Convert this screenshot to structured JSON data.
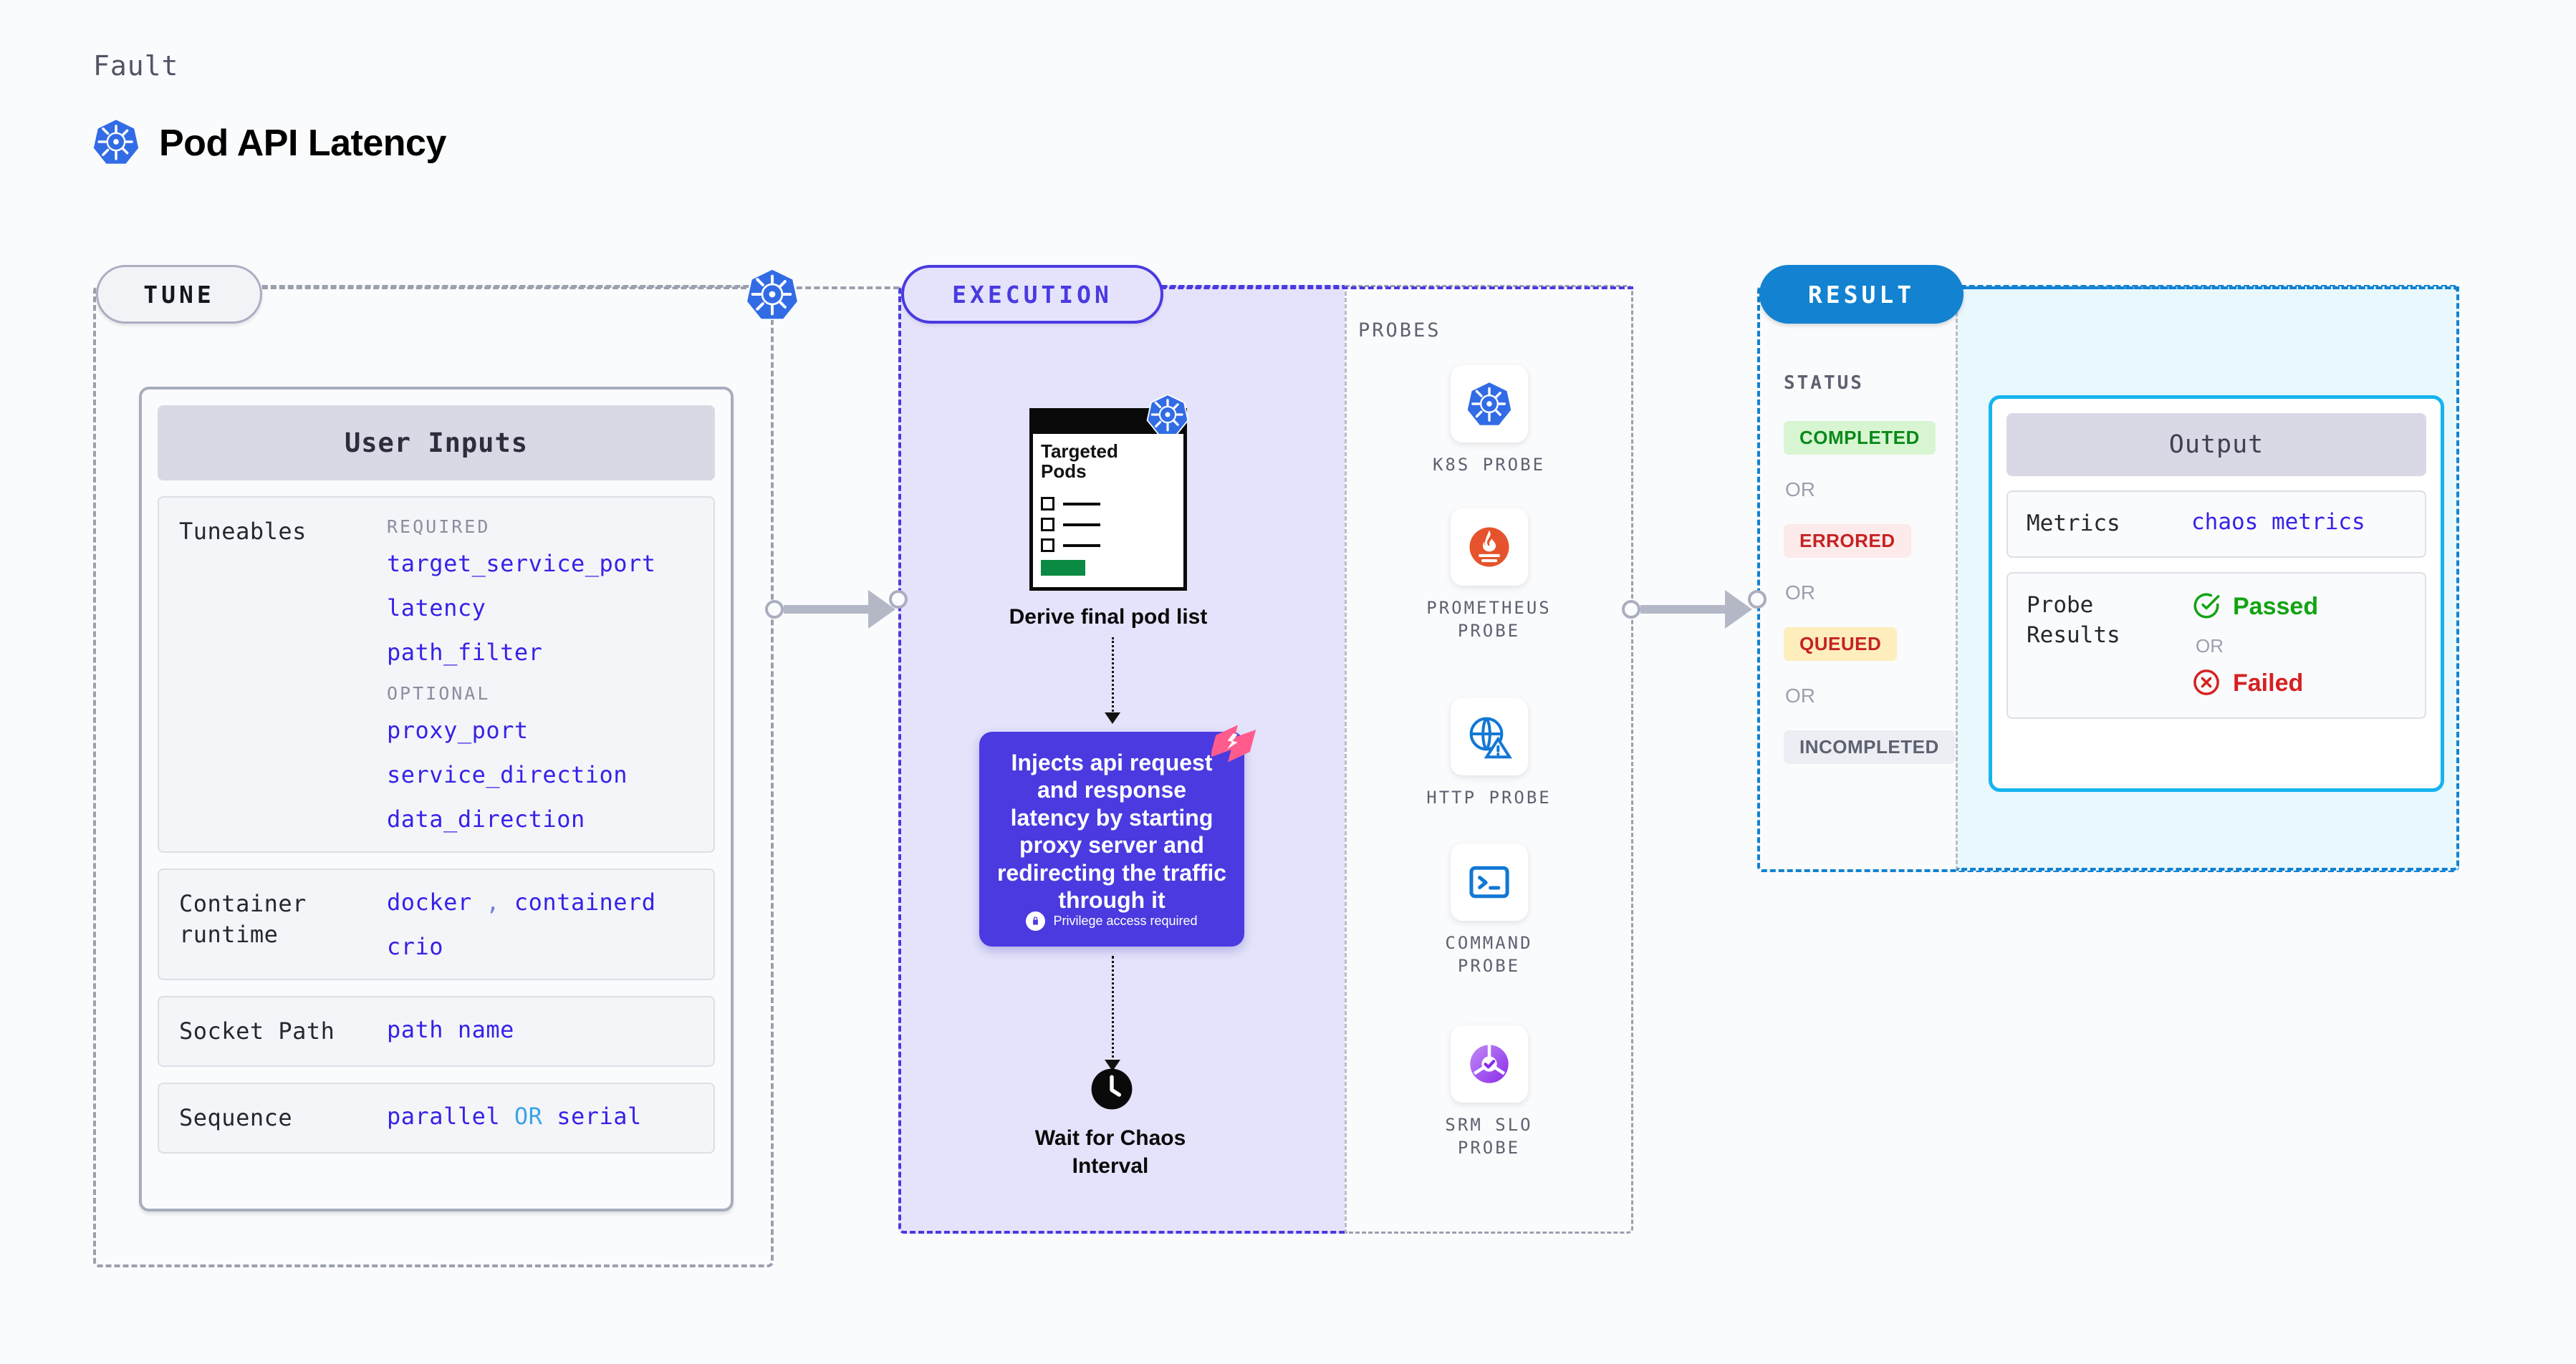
{
  "header": {
    "eyebrow": "Fault",
    "title": "Pod API Latency",
    "icon": "kubernetes-icon"
  },
  "sections": {
    "tune": {
      "label": "TUNE"
    },
    "execution": {
      "label": "EXECUTION"
    },
    "result": {
      "label": "RESULT"
    }
  },
  "tune": {
    "card_title": "User Inputs",
    "groups": [
      {
        "label": "Tuneables",
        "required_tag": "REQUIRED",
        "required": [
          "target_service_port",
          "latency",
          "path_filter"
        ],
        "optional_tag": "OPTIONAL",
        "optional": [
          "proxy_port",
          "service_direction",
          "data_direction"
        ]
      },
      {
        "label": "Container runtime",
        "values_line1": "docker",
        "separator": ",",
        "values_line1b": "containerd",
        "values_line2": "crio"
      },
      {
        "label": "Socket Path",
        "value": "path name"
      },
      {
        "label": "Sequence",
        "value_a": "parallel",
        "or": "OR",
        "value_b": "serial"
      }
    ]
  },
  "execution": {
    "pod_doc": {
      "title": "Targeted Pods",
      "icon": "kubernetes-icon"
    },
    "step_1_caption": "Derive final pod list",
    "inject_card": {
      "text": "Injects api request and response latency by starting proxy server and redirecting the traffic through it",
      "privilege_note": "Privilege access required",
      "lock_icon": "lock-icon",
      "brand_icon": "harness-logo-icon",
      "color": "#4a3ae0"
    },
    "wait_step": {
      "caption": "Wait for Chaos Interval",
      "icon": "clock-icon"
    }
  },
  "probes": {
    "title": "PROBES",
    "items": [
      {
        "label": "K8S PROBE",
        "icon": "kubernetes-icon"
      },
      {
        "label": "PROMETHEUS PROBE",
        "icon": "prometheus-icon"
      },
      {
        "label": "HTTP PROBE",
        "icon": "globe-warning-icon"
      },
      {
        "label": "COMMAND PROBE",
        "icon": "terminal-icon"
      },
      {
        "label": "SRM SLO PROBE",
        "icon": "srm-slo-icon"
      }
    ]
  },
  "result": {
    "status_title": "STATUS",
    "or_label": "OR",
    "statuses": [
      {
        "label": "COMPLETED",
        "bg": "#d8f5d2",
        "fg": "#0a8a19"
      },
      {
        "label": "ERRORED",
        "bg": "#fdeaea",
        "fg": "#c62222"
      },
      {
        "label": "QUEUED",
        "bg": "#fdeebb",
        "fg": "#c62222"
      },
      {
        "label": "INCOMPLETED",
        "bg": "#edeef4",
        "fg": "#5d6270"
      }
    ],
    "output": {
      "title": "Output",
      "metrics_label": "Metrics",
      "metrics_value": "chaos metrics",
      "probe_results_label": "Probe Results",
      "passed_label": "Passed",
      "failed_label": "Failed",
      "or_label": "OR",
      "passed_icon": "check-circle-icon",
      "failed_icon": "x-circle-icon",
      "accent": "#15b4ef"
    }
  }
}
